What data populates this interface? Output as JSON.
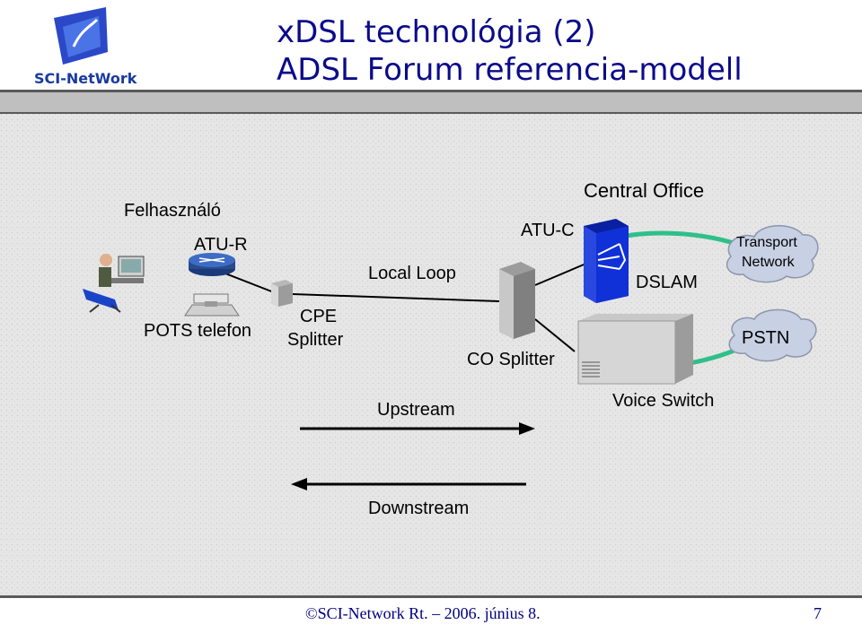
{
  "logo": {
    "text": "SCI-NetWork"
  },
  "title": {
    "line1": "xDSL technológia (2)",
    "line2": "ADSL Forum referencia-modell"
  },
  "diagram": {
    "felhasznalo": "Felhasználó",
    "atu_r": "ATU-R",
    "local_loop": "Local Loop",
    "atu_c": "ATU-C",
    "central_office": "Central Office",
    "transport_network_1": "Transport",
    "transport_network_2": "Network",
    "dslam": "DSLAM",
    "pots_telefon": "POTS telefon",
    "cpe_splitter_1": "CPE",
    "cpe_splitter_2": "Splitter",
    "co_splitter": "CO Splitter",
    "pstn": "PSTN",
    "upstream": "Upstream",
    "voice_switch": "Voice Switch",
    "downstream": "Downstream"
  },
  "footer": {
    "copyright": "©SCI-Network Rt. – 2006. június 8.",
    "page_number": "7"
  },
  "colors": {
    "title": "#0b0b8a",
    "accent_green": "#2fbf8a",
    "cloud": "#c8d0e4",
    "dslam": "#1030d8",
    "bar": "#5a5a5a"
  }
}
